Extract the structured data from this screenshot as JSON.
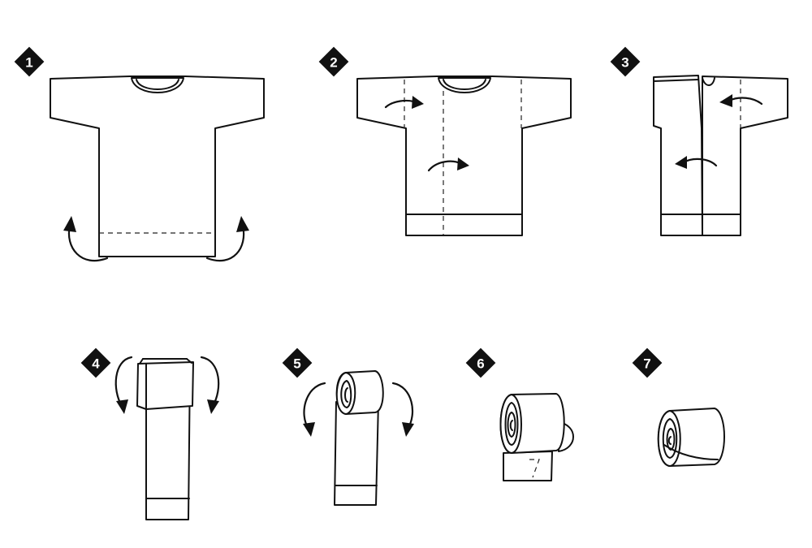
{
  "steps": [
    {
      "number": "1"
    },
    {
      "number": "2"
    },
    {
      "number": "3"
    },
    {
      "number": "4"
    },
    {
      "number": "5"
    },
    {
      "number": "6"
    },
    {
      "number": "7"
    }
  ],
  "colors": {
    "line": "#111111",
    "background": "#ffffff",
    "badge": "#111111"
  },
  "icons": [
    "step-badge-diamond",
    "fold-arrow",
    "t-shirt",
    "rolled-shirt"
  ]
}
